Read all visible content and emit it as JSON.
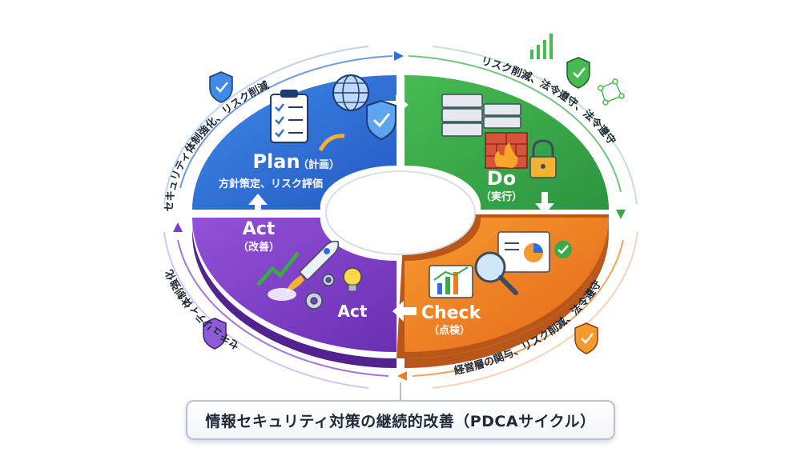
{
  "caption": "情報セキュリティ対策の継続的改善（PDCAサイクル）",
  "phases": [
    {
      "title": "Plan",
      "paren": "（計画）",
      "desc": "方針策定、リスク評価",
      "color": "#2f6fd6"
    },
    {
      "title": "Do",
      "paren": "（実行）",
      "color": "#3aaa48"
    },
    {
      "title": "Check",
      "paren": "（点検）",
      "color": "#ef7d1f"
    },
    {
      "title": "Act",
      "paren": "（改善）",
      "color": "#7d3fc7",
      "icon_label": "Act"
    }
  ],
  "arc_labels": {
    "top_left": "セキュリティ体制強化、リスク削減",
    "top_right": "リスク削減、法令遵守、法令遵守",
    "bottom_left": "セキュリティ体制強化",
    "bottom_right": "経営層の関与、リスク削減、法令遵守"
  },
  "icons": [
    "clipboard-icon",
    "globe-icon",
    "shield-icon",
    "server-icon",
    "firewall-icon",
    "lock-icon",
    "chart-icon",
    "magnifier-icon",
    "rocket-icon",
    "gear-icon",
    "lightbulb-icon"
  ]
}
